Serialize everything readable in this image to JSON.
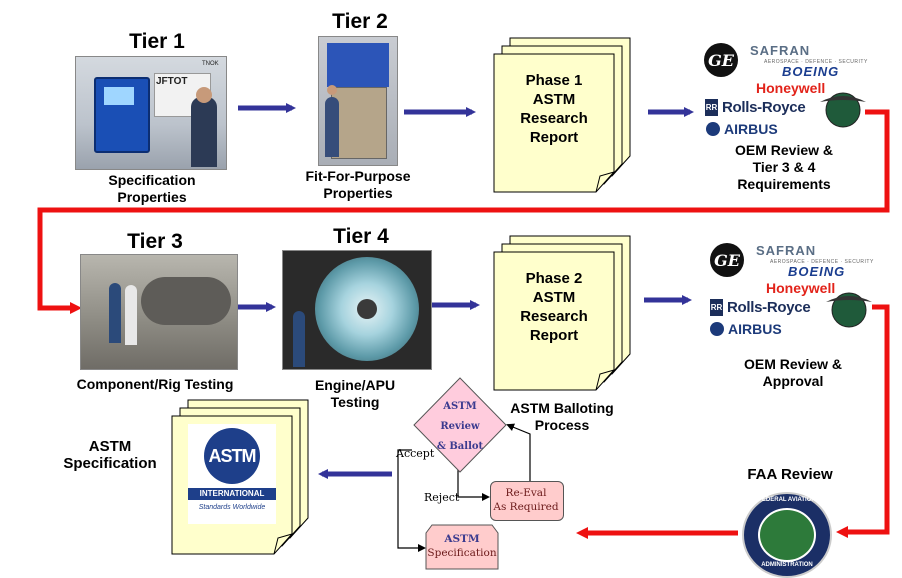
{
  "tiers": {
    "tier1": {
      "title": "Tier 1",
      "caption_line1": "Specification",
      "caption_line2": "Properties",
      "photo_label": "JFTOT",
      "photo_tag": "TNOK"
    },
    "tier2": {
      "title": "Tier 2",
      "caption_line1": "Fit-For-Purpose",
      "caption_line2": "Properties"
    },
    "tier3": {
      "title": "Tier 3",
      "caption": "Component/Rig Testing"
    },
    "tier4": {
      "title": "Tier 4",
      "caption_line1": "Engine/APU",
      "caption_line2": "Testing"
    }
  },
  "reports": {
    "phase1": {
      "line1": "Phase 1",
      "line2": "ASTM",
      "line3": "Research",
      "line4": "Report"
    },
    "phase2": {
      "line1": "Phase 2",
      "line2": "ASTM",
      "line3": "Research",
      "line4": "Report"
    }
  },
  "oem_logos": {
    "ge": "GE",
    "safran": "SAFRAN",
    "safran_sub": "AEROSPACE · DEFENCE · SECURITY",
    "boeing": "BOEING",
    "honeywell": "Honeywell",
    "rolls_royce": "Rolls-Royce",
    "rr_mark": "RR",
    "airbus": "AIRBUS"
  },
  "oem_review_1": {
    "line1": "OEM Review &",
    "line2": "Tier 3 & 4",
    "line3": "Requirements"
  },
  "oem_review_2": {
    "line1": "OEM Review &",
    "line2": "Approval"
  },
  "balloting": {
    "title_line1": "ASTM Balloting",
    "title_line2": "Process",
    "diamond_line1": "ASTM",
    "diamond_line2": "Review",
    "diamond_line3": "& Ballot",
    "accept": "Accept",
    "reject": "Reject",
    "reeval_line1": "Re-Eval",
    "reeval_line2": "As Required",
    "spec_line1": "ASTM",
    "spec_line2": "Specification"
  },
  "astm_spec": {
    "label_line1": "ASTM",
    "label_line2": "Specification",
    "logo_text": "ASTM",
    "logo_line1": "INTERNATIONAL",
    "logo_line2": "Standards Worldwide"
  },
  "faa": {
    "label": "FAA Review",
    "seal_top": "FEDERAL AVIATION",
    "seal_bottom": "ADMINISTRATION"
  },
  "colors": {
    "blue_arrow": "#333399",
    "red_arrow": "#ee1111",
    "note_fill": "#ffffcc",
    "diamond_fill": "#ffccdd",
    "box_fill": "#ffcccc"
  }
}
